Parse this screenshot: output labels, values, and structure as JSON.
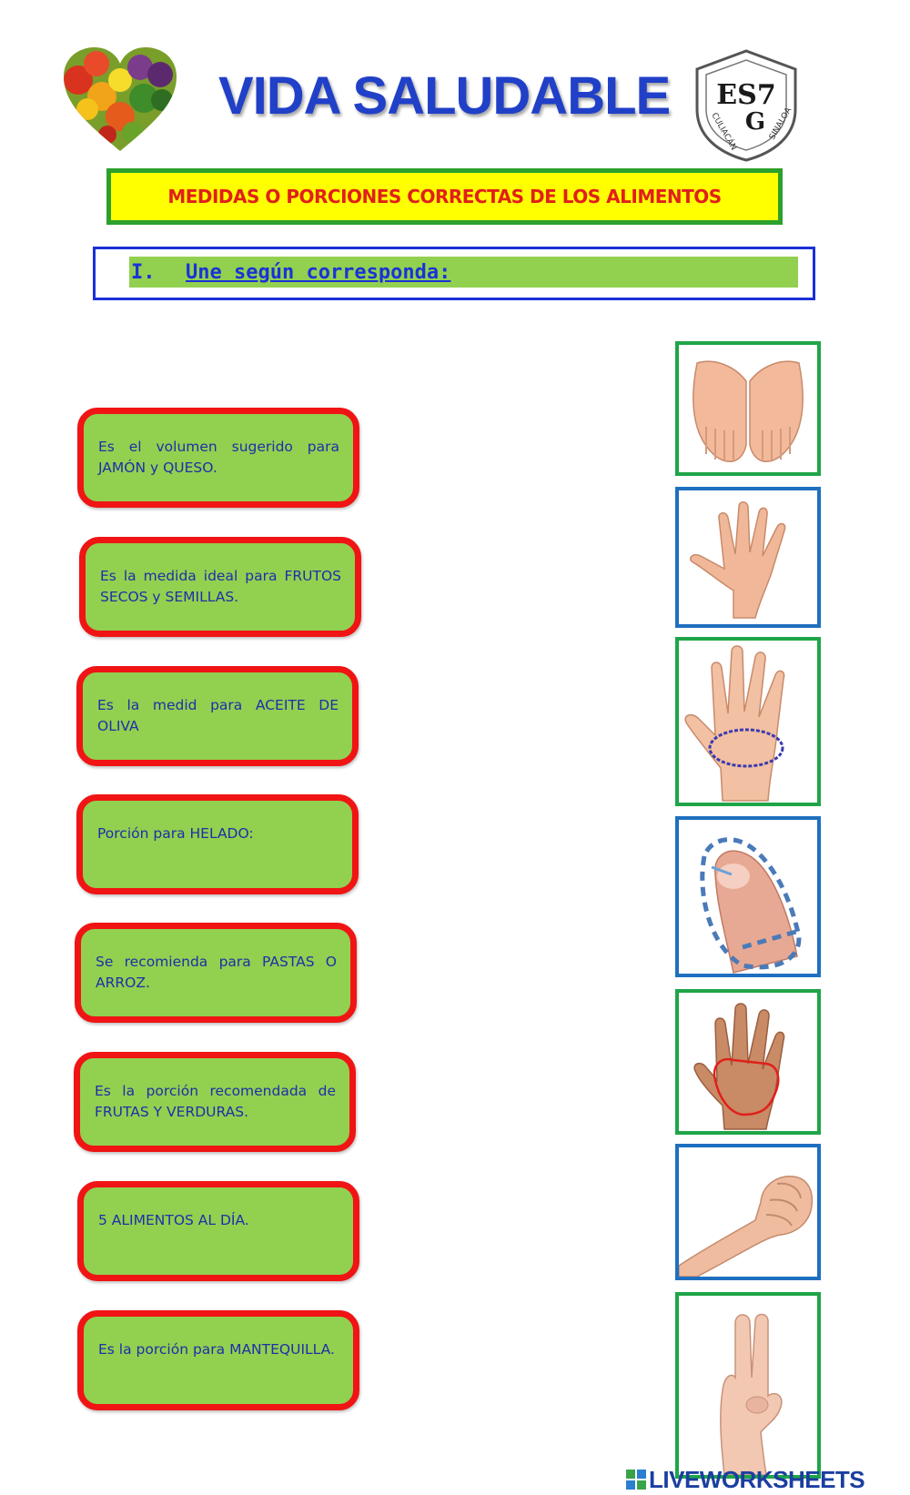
{
  "header": {
    "title": "VIDA SALUDABLE",
    "subtitle": "MEDIDAS O PORCIONES CORRECTAS DE LOS ALIMENTOS",
    "logo": {
      "top": "ES7",
      "bottom_letter": "G",
      "arc_left": "CULIACÁN",
      "arc_right": "SINALOA"
    }
  },
  "instruction": {
    "number": "I.",
    "text": "Une según corresponda:"
  },
  "statements": [
    "Es el volumen sugerido para JAMÓN y QUESO.",
    "Es la medida ideal para FRUTOS SECOS y SEMILLAS.",
    "Es la medid para ACEITE DE OLIVA",
    "Porción para HELADO:",
    "Se recomienda para PASTAS O ARROZ.",
    "Es la porción recomendada de FRUTAS Y VERDURAS.",
    "5 ALIMENTOS AL DÍA.",
    "Es la porción para MANTEQUILLA."
  ],
  "images": [
    {
      "icon": "two-cupped-hands-icon",
      "border": "green"
    },
    {
      "icon": "open-hand-fingers-spread-icon",
      "border": "blue"
    },
    {
      "icon": "palm-outlined-icon",
      "border": "green"
    },
    {
      "icon": "thumb-outlined-icon",
      "border": "blue"
    },
    {
      "icon": "palm-traced-red-icon",
      "border": "green"
    },
    {
      "icon": "closed-fist-icon",
      "border": "blue"
    },
    {
      "icon": "two-fingers-up-icon",
      "border": "green"
    }
  ],
  "footer": {
    "brand": "LIVEWORKSHEETS"
  },
  "colors": {
    "title_blue": "#2140c8",
    "statement_green": "#92d050",
    "statement_red_border": "#f01414",
    "subtitle_yellow": "#ffff00",
    "subtitle_red_text": "#e0201a"
  }
}
